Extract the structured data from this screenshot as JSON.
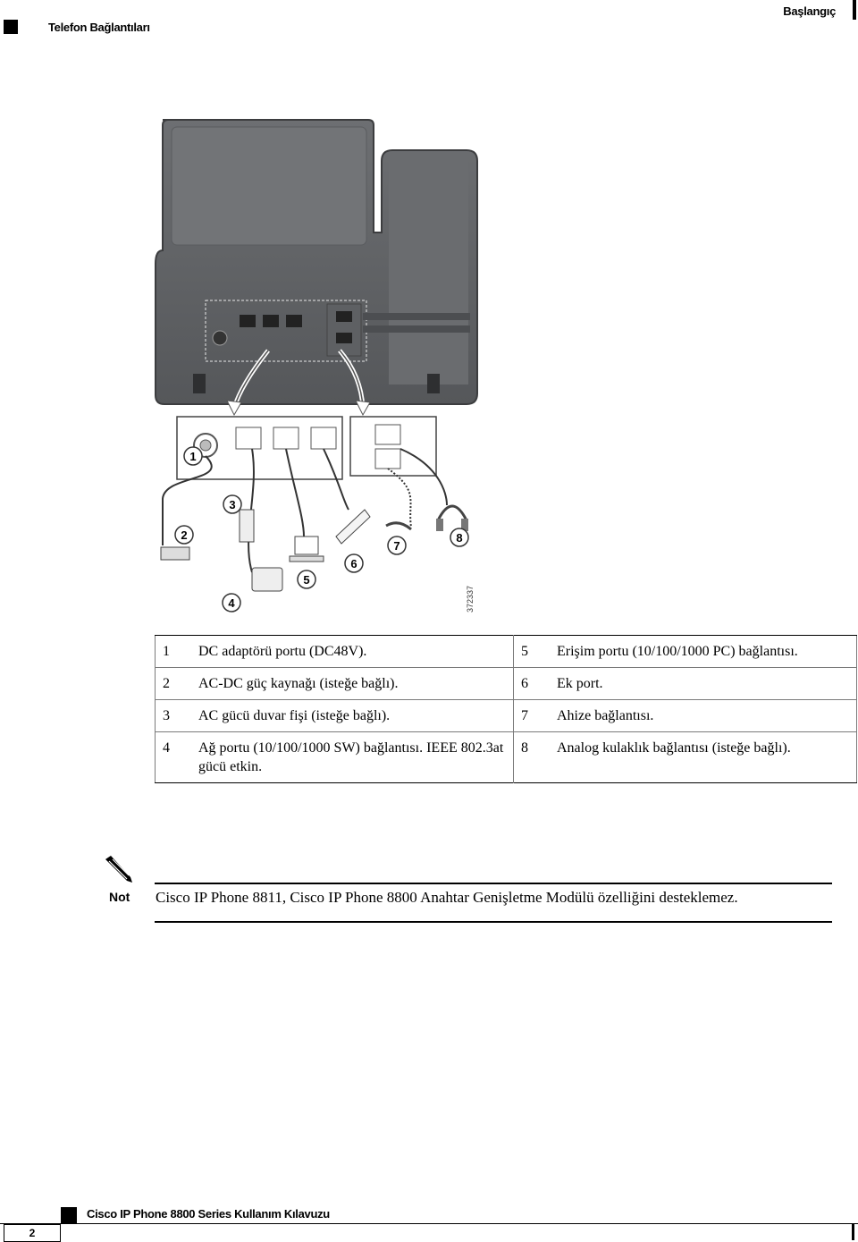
{
  "header": {
    "section": "Telefon Bağlantıları",
    "chapter": "Başlangıç"
  },
  "figure": {
    "id": "372337",
    "callouts": [
      "1",
      "2",
      "3",
      "4",
      "5",
      "6",
      "7",
      "8"
    ]
  },
  "legend": {
    "rows": [
      {
        "n1": "1",
        "t1": "DC adaptörü portu (DC48V).",
        "n2": "5",
        "t2": "Erişim portu (10/100/1000 PC) bağlantısı."
      },
      {
        "n1": "2",
        "t1": "AC-DC güç kaynağı (isteğe bağlı).",
        "n2": "6",
        "t2": "Ek port."
      },
      {
        "n1": "3",
        "t1": "AC gücü duvar fişi (isteğe bağlı).",
        "n2": "7",
        "t2": "Ahize bağlantısı."
      },
      {
        "n1": "4",
        "t1": "Ağ portu (10/100/1000 SW) bağlantısı. IEEE 802.3at gücü etkin.",
        "n2": "8",
        "t2": "Analog kulaklık bağlantısı (isteğe bağlı)."
      }
    ]
  },
  "note": {
    "label": "Not",
    "text": "Cisco IP Phone 8811, Cisco IP Phone 8800 Anahtar Genişletme Modülü özelliğini desteklemez."
  },
  "footer": {
    "page": "2",
    "title": "Cisco IP Phone 8800 Series Kullanım Kılavuzu"
  }
}
